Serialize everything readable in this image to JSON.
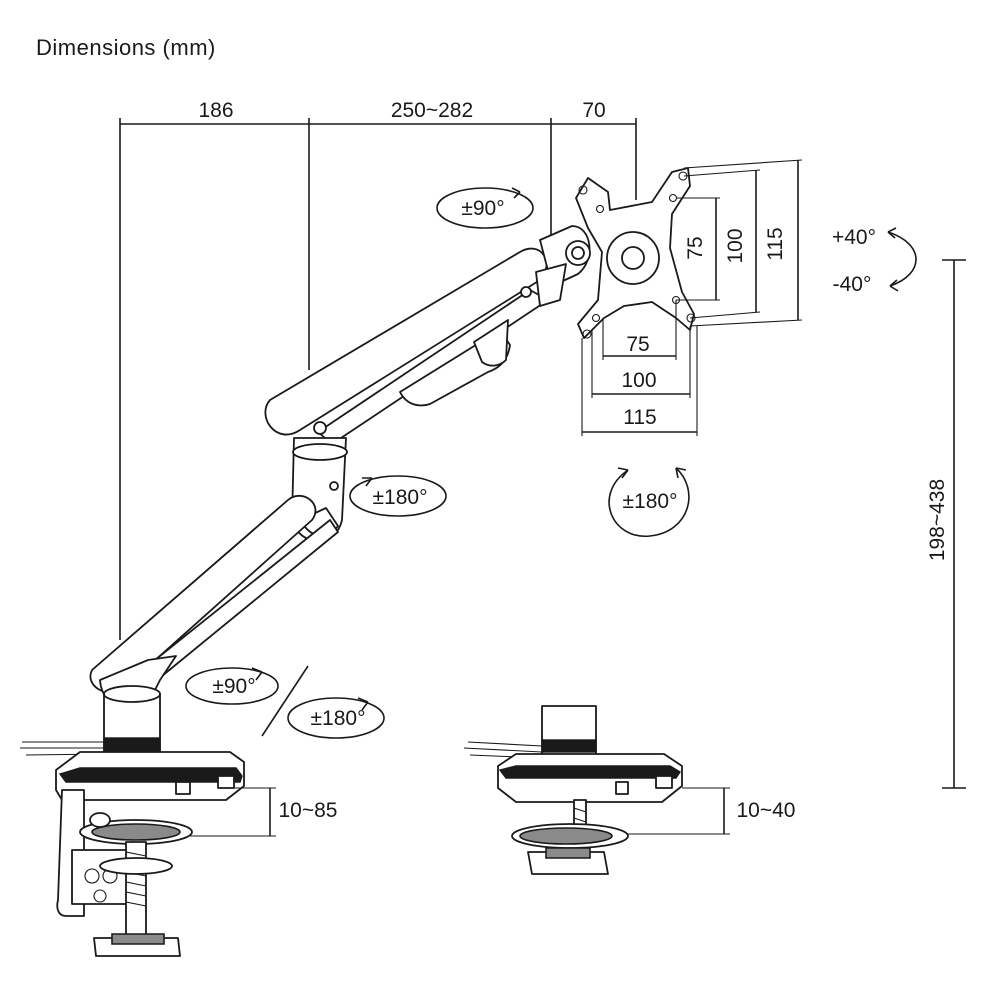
{
  "title": "Dimensions (mm)",
  "horizontal_dimensions": {
    "arm_base": "186",
    "arm_reach": "250~282",
    "head_offset": "70"
  },
  "vesa_vertical": {
    "inner": "75",
    "middle": "100",
    "outer": "115"
  },
  "vesa_horizontal": {
    "inner": "75",
    "middle": "100",
    "outer": "115"
  },
  "tilt": {
    "up": "+40°",
    "down": "-40°"
  },
  "rotations": {
    "head_swivel": "±90°",
    "screen_rotation": "±180°",
    "elbow": "±180°",
    "lower_swivel": "±90°",
    "base": "±180°"
  },
  "height_range": "198~438",
  "clamp_range": "10~85",
  "grommet_range": "10~40",
  "colors": {
    "line": "#1a1a1a",
    "accent_fill": "#8a8a8a"
  }
}
